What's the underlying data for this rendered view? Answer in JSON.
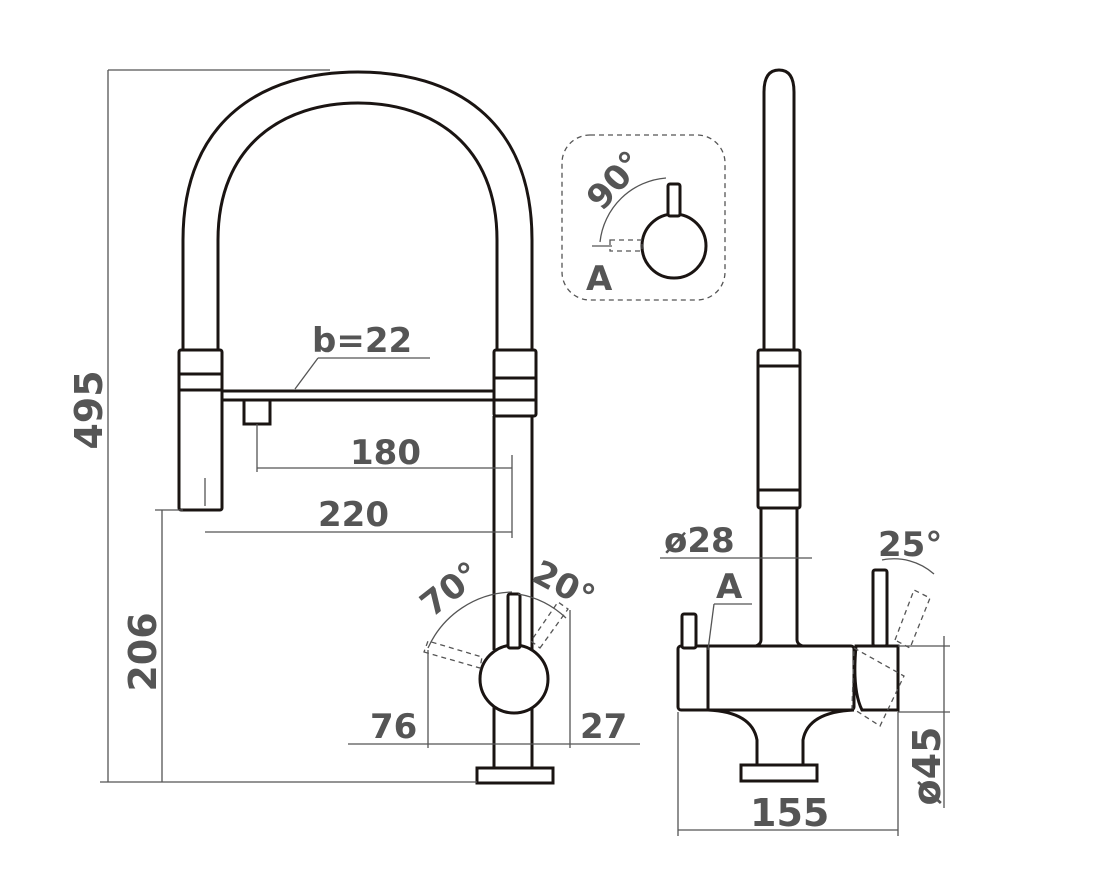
{
  "colors": {
    "outline": "#1a1412",
    "dimension": "#555555",
    "background": "#ffffff"
  },
  "dimensions": {
    "total_height": "495",
    "aerator_height": "206",
    "hose_diameter": "b=22",
    "reach_180": "180",
    "reach_220": "220",
    "angle_70": "70°",
    "angle_20": "20°",
    "lever_76": "76",
    "lever_27": "27",
    "body_diameter": "ø28",
    "base_diameter": "ø45",
    "width_155": "155",
    "angle_25": "25°",
    "detail_angle": "90°"
  },
  "labels": {
    "detail_letter": "A",
    "side_letter": "A"
  }
}
